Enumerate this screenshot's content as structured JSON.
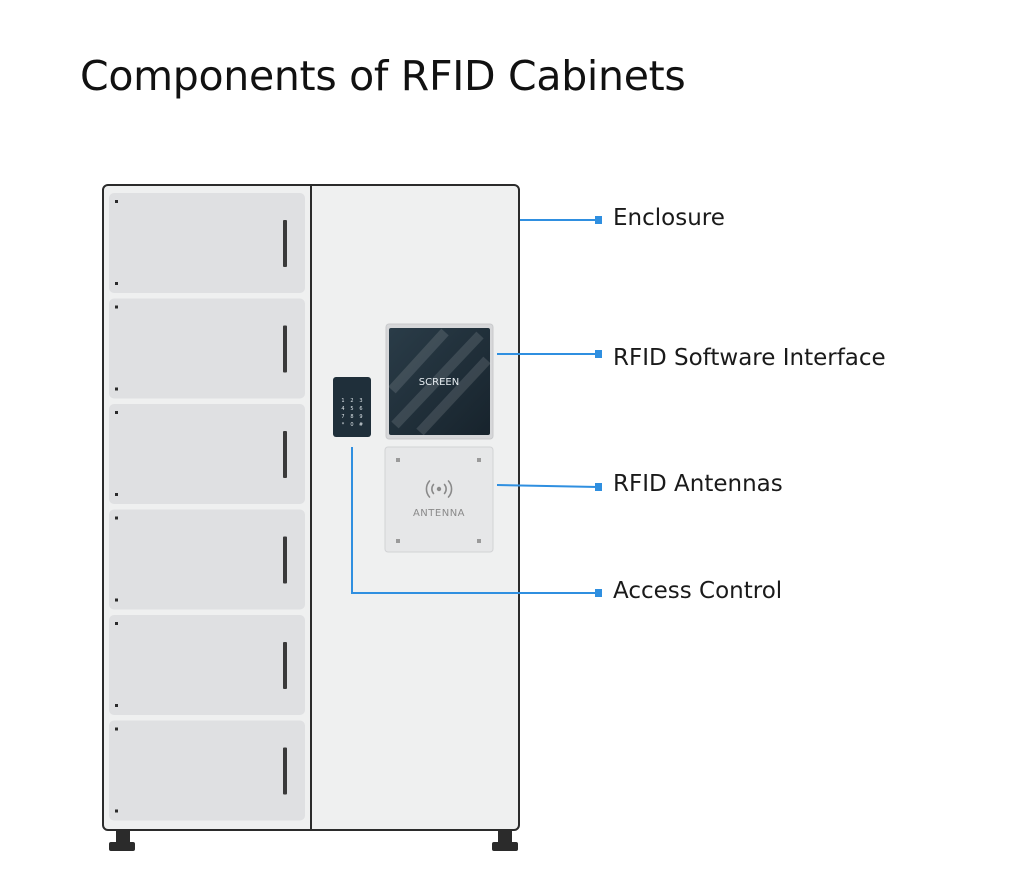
{
  "title": "Components of RFID Cabinets",
  "screen_text": "SCREEN",
  "antenna_text": "ANTENNA",
  "keypad_keys": [
    "1",
    "2",
    "3",
    "4",
    "5",
    "6",
    "7",
    "8",
    "9",
    "*",
    "0",
    "#"
  ],
  "labels": {
    "enclosure": "Enclosure",
    "software_interface": "RFID Software Interface",
    "antennas": "RFID Antennas",
    "access_control": "Access Control"
  },
  "colors": {
    "leader_line": "#2f8fe0",
    "cabinet_fill": "#eff0f0",
    "drawer_fill": "#dfe0e2",
    "outline": "#2b2b2b",
    "screen": "#1f2f3a"
  },
  "drawer_count": 6
}
